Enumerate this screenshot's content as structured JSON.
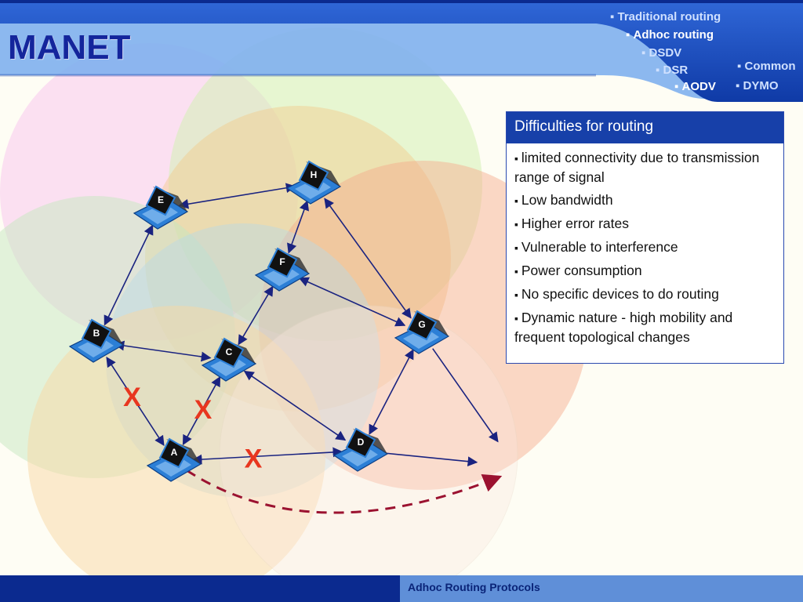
{
  "slide": {
    "title": "MANET"
  },
  "nav": {
    "items": [
      {
        "label": "Traditional routing"
      },
      {
        "label": "Adhoc routing"
      },
      {
        "label": "DSDV"
      },
      {
        "label": "DSR"
      },
      {
        "label": "AODV"
      },
      {
        "label": "Common"
      },
      {
        "label": "DYMO"
      }
    ]
  },
  "panel": {
    "heading": "Difficulties for routing",
    "points": [
      "limited connectivity due to transmission range of signal",
      "Low bandwidth",
      "Higher error rates",
      "Vulnerable to interference",
      "Power consumption",
      "No specific devices to do routing",
      "Dynamic nature - high mobility and frequent topological changes"
    ]
  },
  "diagram": {
    "nodes": [
      {
        "id": "A"
      },
      {
        "id": "B"
      },
      {
        "id": "C"
      },
      {
        "id": "D"
      },
      {
        "id": "E"
      },
      {
        "id": "F"
      },
      {
        "id": "G"
      },
      {
        "id": "H"
      }
    ],
    "links": [
      [
        "E",
        "H"
      ],
      [
        "E",
        "B"
      ],
      [
        "H",
        "F"
      ],
      [
        "H",
        "G"
      ],
      [
        "F",
        "C"
      ],
      [
        "F",
        "G"
      ],
      [
        "B",
        "C"
      ],
      [
        "B",
        "A"
      ],
      [
        "C",
        "A"
      ],
      [
        "C",
        "D"
      ],
      [
        "A",
        "D"
      ],
      [
        "G",
        "D"
      ],
      [
        "G",
        "OUT1"
      ],
      [
        "D",
        "OUT2"
      ]
    ],
    "broken_links": [
      [
        "B",
        "A"
      ],
      [
        "C",
        "A"
      ],
      [
        "A",
        "D"
      ]
    ],
    "broken_mark": "X",
    "colors": {
      "link": "#1a2380",
      "break_mark": "#e8361f",
      "dashed_route": "#9b1230",
      "laptop_body": "#2c7fd6",
      "laptop_screen": "#111111"
    }
  },
  "footer": {
    "label": "Adhoc Routing Protocols",
    "left_color": "#0b2a8f",
    "right_color": "#5f8fd8"
  }
}
